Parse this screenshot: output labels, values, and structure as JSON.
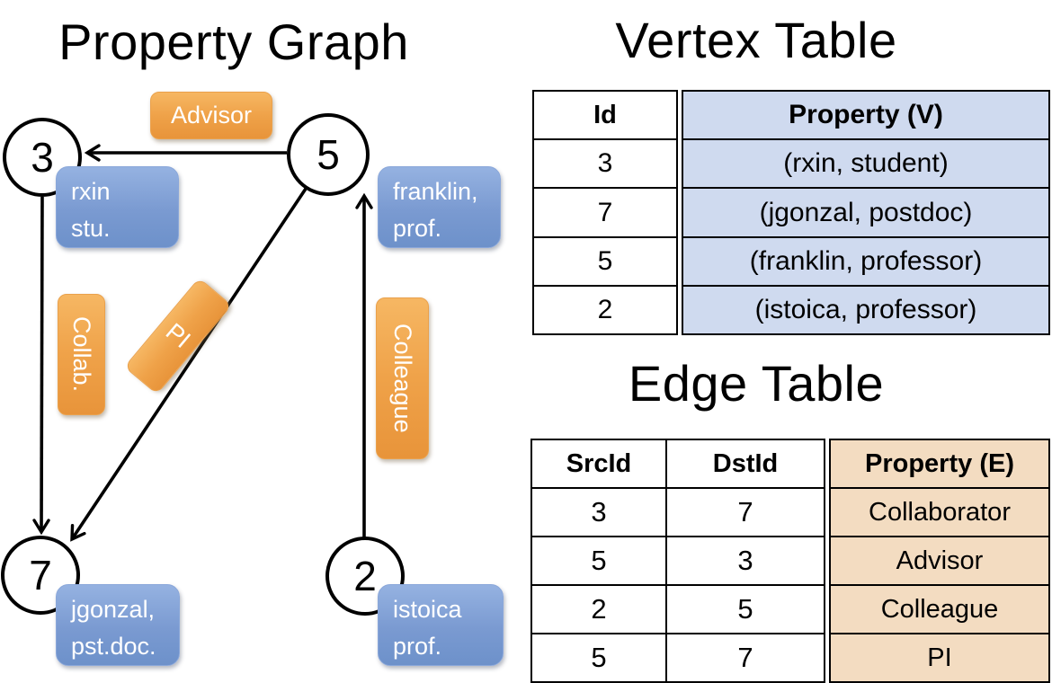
{
  "graph": {
    "title": "Property Graph",
    "nodes": [
      {
        "id": "3",
        "property_line1": "rxin",
        "property_line2": "stu."
      },
      {
        "id": "5",
        "property_line1": "franklin,",
        "property_line2": "prof."
      },
      {
        "id": "7",
        "property_line1": "jgonzal,",
        "property_line2": "pst.doc."
      },
      {
        "id": "2",
        "property_line1": "istoica",
        "property_line2": "prof."
      }
    ],
    "edges": [
      {
        "from": "5",
        "to": "3",
        "label": "Advisor"
      },
      {
        "from": "3",
        "to": "7",
        "label": "Collab."
      },
      {
        "from": "5",
        "to": "7",
        "label": "PI"
      },
      {
        "from": "2",
        "to": "5",
        "label": "Colleague"
      }
    ]
  },
  "vertex_table": {
    "title": "Vertex Table",
    "headers": {
      "id": "Id",
      "property": "Property (V)"
    },
    "rows": [
      {
        "id": "3",
        "property": "(rxin, student)"
      },
      {
        "id": "7",
        "property": "(jgonzal, postdoc)"
      },
      {
        "id": "5",
        "property": "(franklin, professor)"
      },
      {
        "id": "2",
        "property": "(istoica, professor)"
      }
    ]
  },
  "edge_table": {
    "title": "Edge Table",
    "headers": {
      "src": "SrcId",
      "dst": "DstId",
      "property": "Property (E)"
    },
    "rows": [
      {
        "src": "3",
        "dst": "7",
        "property": "Collaborator"
      },
      {
        "src": "5",
        "dst": "3",
        "property": "Advisor"
      },
      {
        "src": "2",
        "dst": "5",
        "property": "Colleague"
      },
      {
        "src": "5",
        "dst": "7",
        "property": "PI"
      }
    ]
  },
  "colors": {
    "edge_label_orange": "#efa249",
    "vertex_label_blue": "#7a9ad1",
    "vertex_property_cell": "#cfdaef",
    "edge_property_cell": "#f3dcc1",
    "line_black": "#000000"
  }
}
